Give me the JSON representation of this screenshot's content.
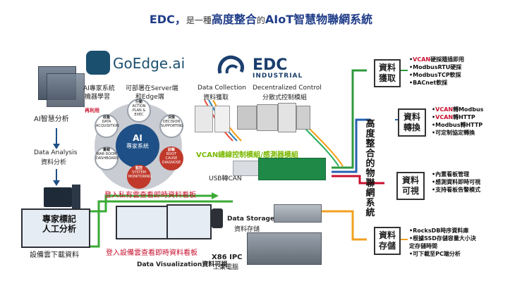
{
  "title": {
    "edc": "EDC，",
    "small1": "是一種",
    "big1": "高度整合",
    "small2": "的",
    "big2": "AIoT智慧物聯網系統"
  },
  "goedge": {
    "logo_text": "GoEdge.ai",
    "deploy_note_1": "可部署在Server端",
    "deploy_note_2": "和Edge端"
  },
  "edc_logo": {
    "name": "EDC",
    "sub": "INDUSTRIAL"
  },
  "left_col": {
    "expert_system": "AI專家系統",
    "ml": "機器學習",
    "ai_analysis": "AI智慧分析",
    "data_analysis_en": "Data Analysis",
    "data_analysis_zh": "資料分析",
    "expert_label_1": "專家標記",
    "expert_label_2": "人工分析",
    "cloud_download": "設備雲下載資料"
  },
  "ai_cycle": {
    "center_1": "AI",
    "center_2": "專家系統",
    "retrain": "再利用",
    "nodes": [
      {
        "zh": "行動",
        "en": "ACTION PLAN & EXEC"
      },
      {
        "zh": "決策",
        "en": "DECISION SUPPORTING"
      },
      {
        "zh": "診斷",
        "en": "ROOT CAUSE DIAGNOSE"
      },
      {
        "zh": "監控",
        "en": "SYSTEM MONITORING"
      },
      {
        "zh": "彙報",
        "en": "WAR ROOM DASHBOARD"
      },
      {
        "zh": "收集",
        "en": "DATA ACQUISITION"
      }
    ]
  },
  "middle": {
    "data_collection_en": "Data Collection",
    "data_collection_zh": "資料獲取",
    "decentral_en": "Decentralized Control",
    "decentral_zh": "分散式控制模組",
    "vcan_line": "VCAN總線控制模組/感測器模組",
    "usb_can": "USB轉CAN",
    "private_cloud": "登入私有雲查看即時資料看板",
    "device_cloud": "登入設備雲查看即時資料看板",
    "data_storage_en": "Data Storage",
    "data_storage_zh": "資料存儲",
    "x86_ipc": "X86 IPC",
    "industrial_pc": "工業電腦",
    "data_vis": "Data Visualization資料可視"
  },
  "vertical_title": "高度整合的物聯網系統",
  "categories": [
    {
      "name_1": "資料",
      "name_2": "獲取",
      "color": "#2e9a3e",
      "items": [
        {
          "prefix": "•",
          "red": "VCAN",
          "rest": "硬採隨插即用"
        },
        {
          "prefix": "•",
          "red": "",
          "rest": "ModbusRTU硬採"
        },
        {
          "prefix": "•",
          "red": "",
          "rest": "ModbusTCP軟採"
        },
        {
          "prefix": "•",
          "red": "",
          "rest": "BACnet軟採"
        }
      ]
    },
    {
      "name_1": "資料",
      "name_2": "轉換",
      "color": "#2460b0",
      "items": [
        {
          "prefix": "•",
          "red": "VCAN",
          "rest": "轉Modbus"
        },
        {
          "prefix": "•",
          "red": "VCAN",
          "rest": "轉HTTP"
        },
        {
          "prefix": "•",
          "red": "",
          "rest": "Modbus轉HTTP"
        },
        {
          "prefix": "•",
          "red": "",
          "rest": "可定制協定轉換"
        }
      ]
    },
    {
      "name_1": "資料",
      "name_2": "可視",
      "color": "#c8102e",
      "items": [
        {
          "prefix": "•",
          "red": "",
          "rest": "內置看板管理"
        },
        {
          "prefix": "•",
          "red": "",
          "rest": "感測資料即時可視"
        },
        {
          "prefix": "•",
          "red": "",
          "rest": "支持看板告警模式"
        }
      ]
    },
    {
      "name_1": "資料",
      "name_2": "存儲",
      "color": "#f0a020",
      "items": [
        {
          "prefix": "•",
          "red": "",
          "rest": "RocksDB時序資料庫"
        },
        {
          "prefix": "•",
          "red": "",
          "rest": "根據SSD存儲容量大小決"
        },
        {
          "prefix": "",
          "red": "",
          "rest": "定存儲時間"
        },
        {
          "prefix": "•",
          "red": "",
          "rest": "可下載至PC端分析"
        }
      ]
    }
  ]
}
